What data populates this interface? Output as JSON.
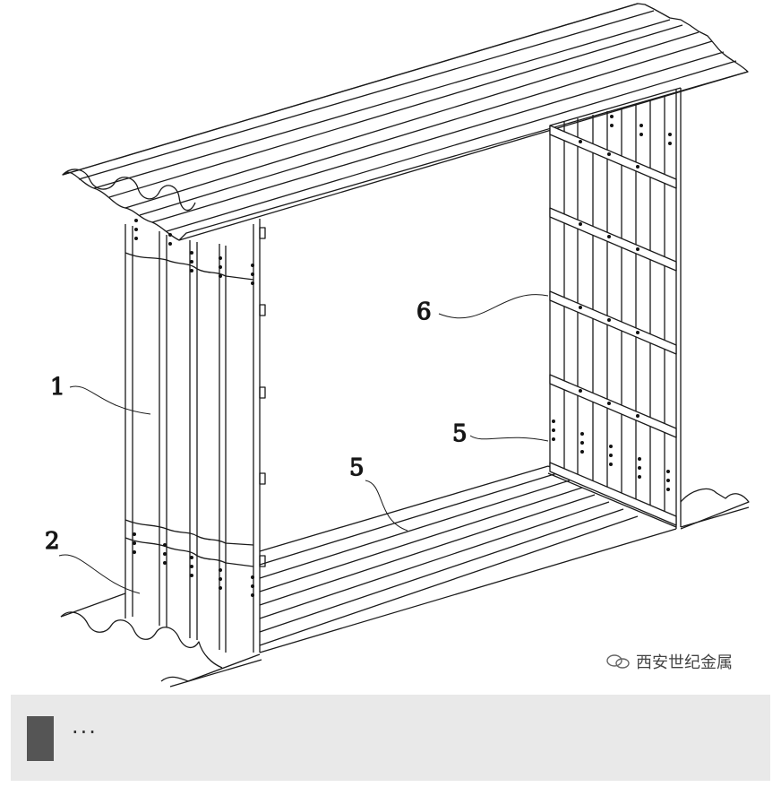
{
  "labels": {
    "l1": "1",
    "l2": "2",
    "l5a": "5",
    "l5b": "5",
    "l6": "6"
  },
  "watermark": {
    "icon": "wechat-icon",
    "text": "西安世纪金属"
  },
  "bottom_bar": {
    "icon": "square-block-icon",
    "text": "···"
  }
}
